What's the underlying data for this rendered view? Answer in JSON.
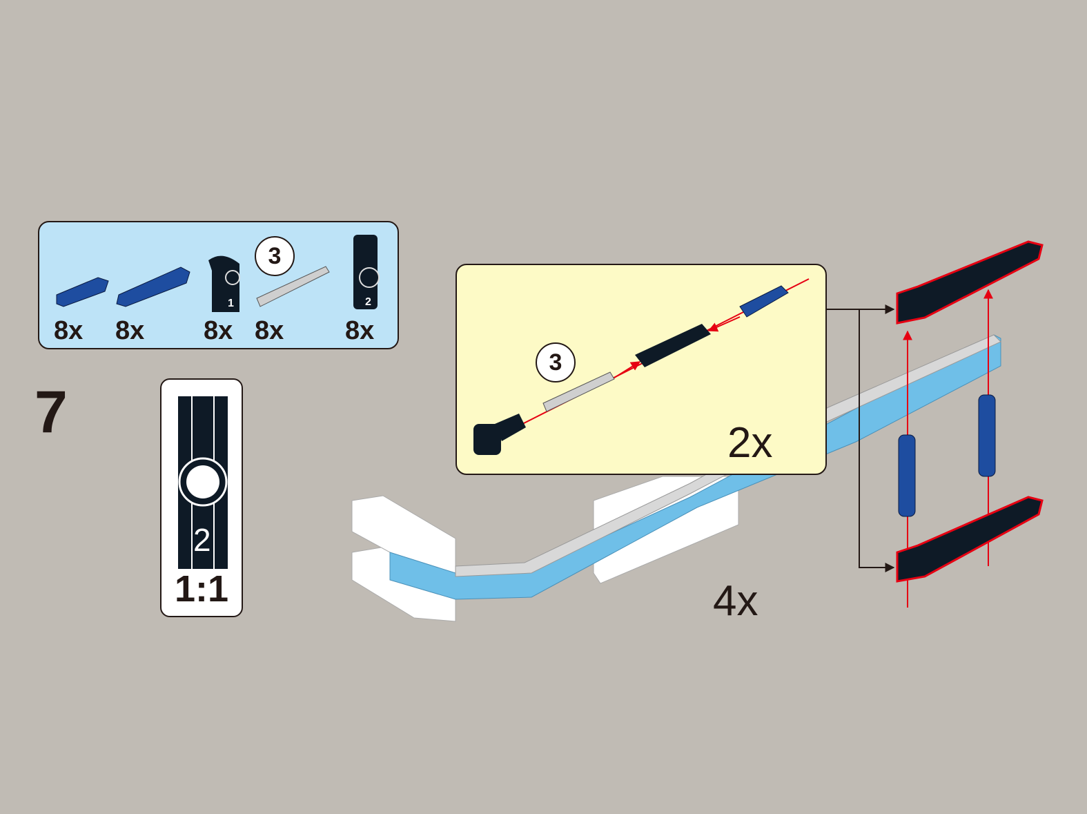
{
  "step_number": "7",
  "parts_list": [
    {
      "icon": "blue-pin-with-axle",
      "quantity": "8x"
    },
    {
      "icon": "blue-long-pin",
      "quantity": "8x"
    },
    {
      "icon": "black-angle-connector-1",
      "quantity": "8x"
    },
    {
      "icon": "grey-axle-3",
      "quantity": "8x",
      "length_label": "3"
    },
    {
      "icon": "black-angle-connector-2",
      "quantity": "8x"
    }
  ],
  "scale_reference": {
    "part_number_label": "2",
    "scale": "1:1"
  },
  "subassembly": {
    "axle_length_label": "3",
    "multiplier": "2x"
  },
  "main_multiplier": "4x",
  "colors": {
    "background": "#c0bbb4",
    "parts_box": "#bde3f7",
    "callout": "#fdfac6",
    "beam_blue": "#6fbfe8",
    "pin_blue": "#1e4da0",
    "arrow_red": "#e60012"
  }
}
